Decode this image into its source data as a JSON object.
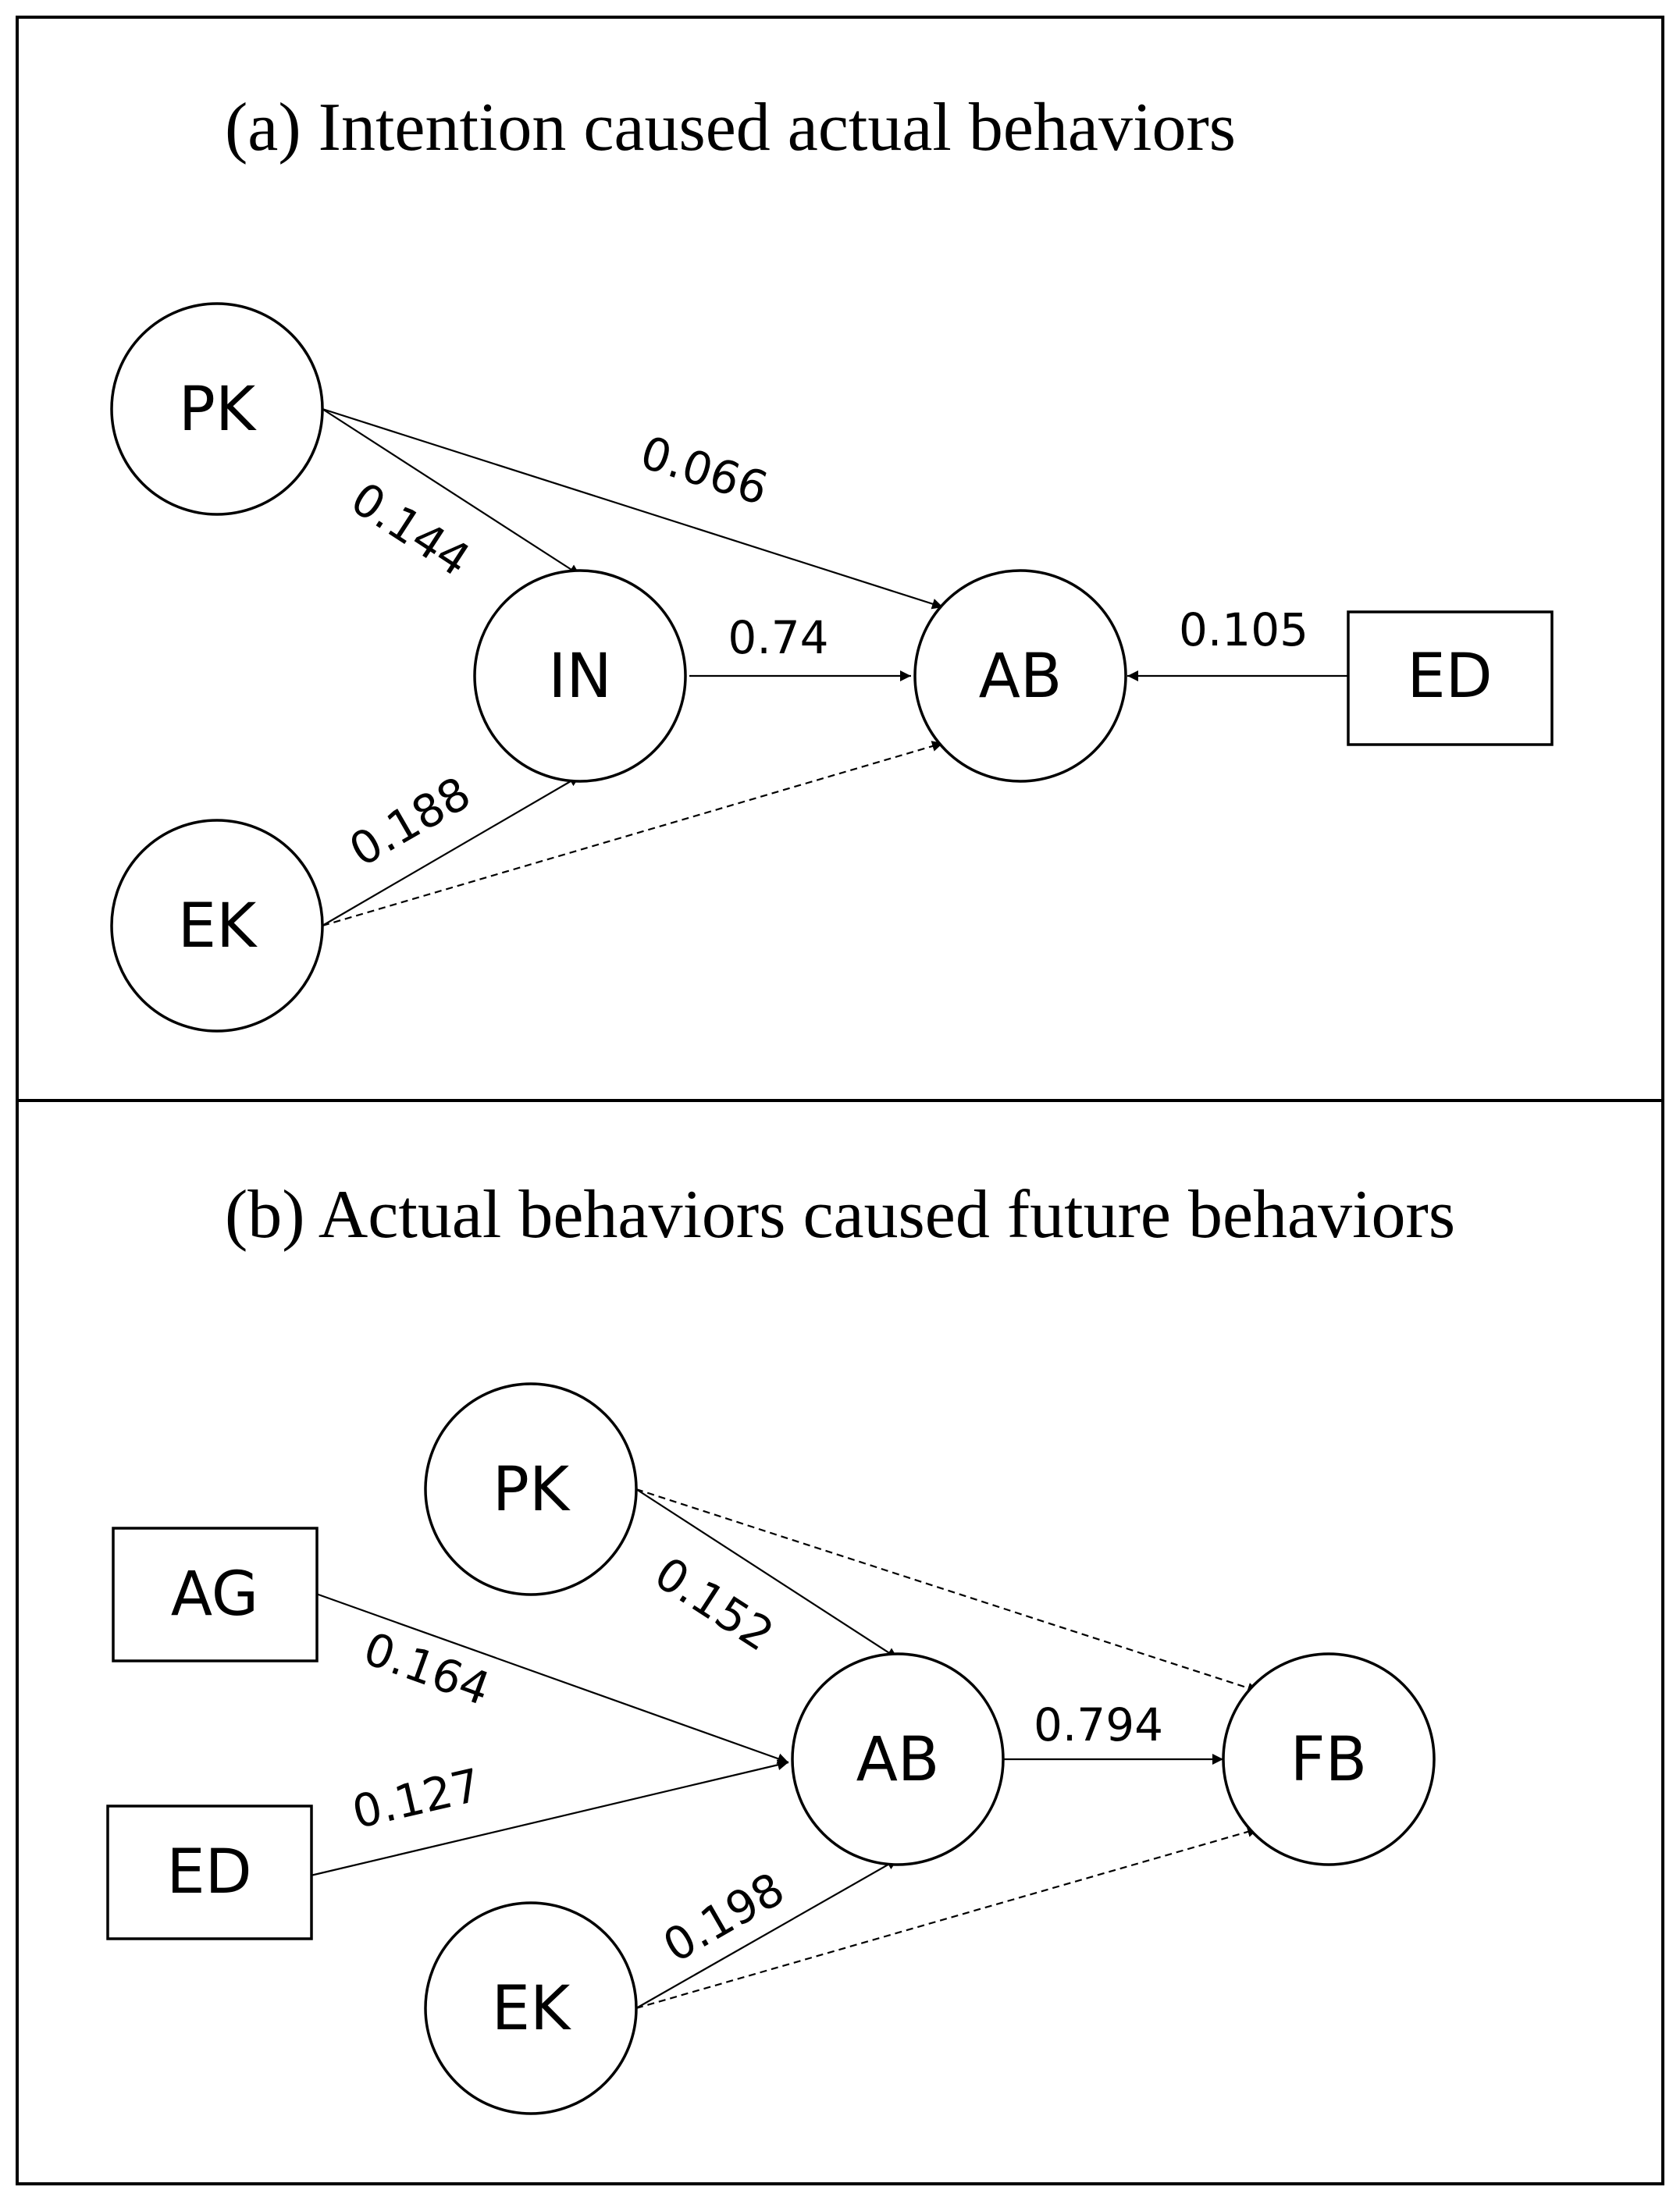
{
  "panels": [
    {
      "title": "(a) Intention caused actual behaviors",
      "nodes": [
        {
          "id": "PK",
          "label": "PK",
          "shape": "circle"
        },
        {
          "id": "EK",
          "label": "EK",
          "shape": "circle"
        },
        {
          "id": "IN",
          "label": "IN",
          "shape": "circle"
        },
        {
          "id": "AB",
          "label": "AB",
          "shape": "circle"
        },
        {
          "id": "ED",
          "label": "ED",
          "shape": "rect"
        }
      ],
      "edges": [
        {
          "from": "PK",
          "to": "IN",
          "label": "0.144",
          "style": "solid"
        },
        {
          "from": "PK",
          "to": "AB",
          "label": "0.066",
          "style": "solid"
        },
        {
          "from": "EK",
          "to": "IN",
          "label": "0.188",
          "style": "solid"
        },
        {
          "from": "EK",
          "to": "AB",
          "label": "",
          "style": "dashed"
        },
        {
          "from": "IN",
          "to": "AB",
          "label": "0.74",
          "style": "solid"
        },
        {
          "from": "ED",
          "to": "AB",
          "label": "0.105",
          "style": "solid"
        }
      ]
    },
    {
      "title": "(b) Actual behaviors caused future behaviors",
      "nodes": [
        {
          "id": "PK",
          "label": "PK",
          "shape": "circle"
        },
        {
          "id": "AG",
          "label": "AG",
          "shape": "rect"
        },
        {
          "id": "ED",
          "label": "ED",
          "shape": "rect"
        },
        {
          "id": "EK",
          "label": "EK",
          "shape": "circle"
        },
        {
          "id": "AB",
          "label": "AB",
          "shape": "circle"
        },
        {
          "id": "FB",
          "label": "FB",
          "shape": "circle"
        }
      ],
      "edges": [
        {
          "from": "PK",
          "to": "AB",
          "label": "0.152",
          "style": "solid"
        },
        {
          "from": "PK",
          "to": "FB",
          "label": "",
          "style": "dashed"
        },
        {
          "from": "AG",
          "to": "AB",
          "label": "0.164",
          "style": "solid"
        },
        {
          "from": "ED",
          "to": "AB",
          "label": "0.127",
          "style": "solid"
        },
        {
          "from": "EK",
          "to": "AB",
          "label": "0.198",
          "style": "solid"
        },
        {
          "from": "EK",
          "to": "FB",
          "label": "",
          "style": "dashed"
        },
        {
          "from": "AB",
          "to": "FB",
          "label": "0.794",
          "style": "solid"
        }
      ]
    }
  ]
}
